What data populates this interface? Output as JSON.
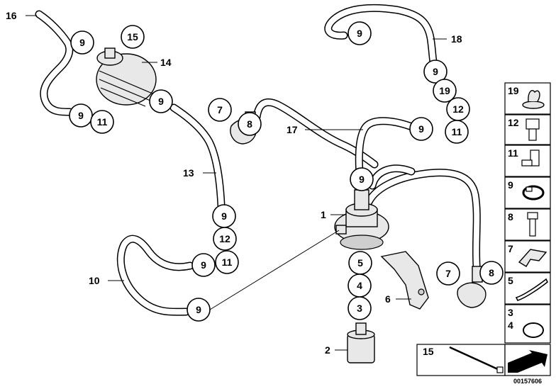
{
  "diagram_id": "00157606",
  "callouts": {
    "1": "1",
    "2": "2",
    "3": "3",
    "4": "4",
    "5": "5",
    "6": "6",
    "7": "7",
    "8": "8",
    "9": "9",
    "10": "10",
    "11": "11",
    "12": "12",
    "13": "13",
    "14": "14",
    "15": "15",
    "16": "16",
    "17": "17",
    "18": "18",
    "19": "19"
  },
  "legend_panel": [
    {
      "key": "p19",
      "label": "19",
      "icon": "clip-icon"
    },
    {
      "key": "p12",
      "label": "12",
      "icon": "connector-icon"
    },
    {
      "key": "p11",
      "label": "11",
      "icon": "elbow-connector-icon"
    },
    {
      "key": "p9",
      "label": "9",
      "icon": "hose-clamp-icon"
    },
    {
      "key": "p8",
      "label": "8",
      "icon": "bolt-icon"
    },
    {
      "key": "p7",
      "label": "7",
      "icon": "retaining-clip-icon"
    },
    {
      "key": "p5",
      "label": "5",
      "icon": "gasket-icon"
    },
    {
      "key": "p34",
      "label": "3",
      "label2": "4",
      "icon": "o-ring-icon"
    }
  ],
  "bottom_panel": {
    "label": "15",
    "icon": "cable-tie-icon"
  }
}
